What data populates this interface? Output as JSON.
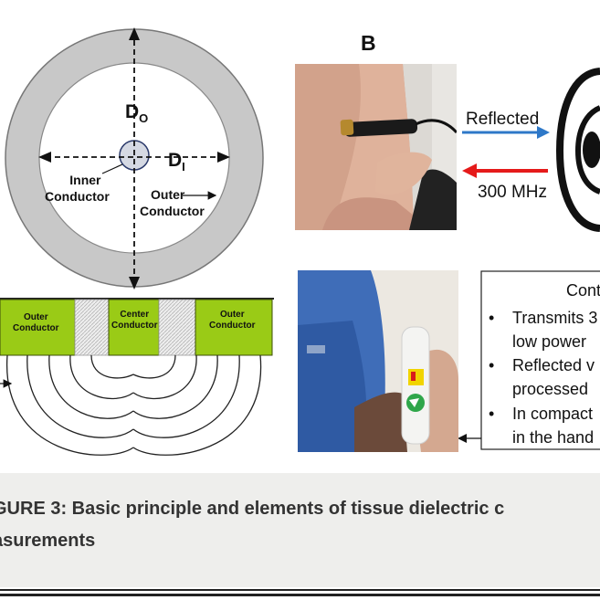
{
  "panel_b": {
    "letter": "B",
    "reflected_label": "Reflected",
    "frequency_label": "300 MHz"
  },
  "coax": {
    "d_outer": "D",
    "d_outer_sub": "O",
    "d_inner": "D",
    "d_inner_sub": "I",
    "inner_conductor": [
      "Inner",
      "Conductor"
    ],
    "outer_conductor": [
      "Outer",
      "Conductor"
    ]
  },
  "cross_section": {
    "left": [
      "Outer",
      "Conductor"
    ],
    "center": [
      "Center",
      "Conductor"
    ],
    "right": [
      "Outer",
      "Conductor"
    ]
  },
  "info_box": {
    "title": "Cont",
    "bullets": [
      [
        "Transmits 3",
        "low power"
      ],
      [
        "Reflected v",
        "processed"
      ],
      [
        "In compact",
        "in the hand"
      ]
    ]
  },
  "caption": {
    "line1": "GURE 3: Basic principle and elements of tissue dielectric c",
    "line2": "asurements"
  }
}
